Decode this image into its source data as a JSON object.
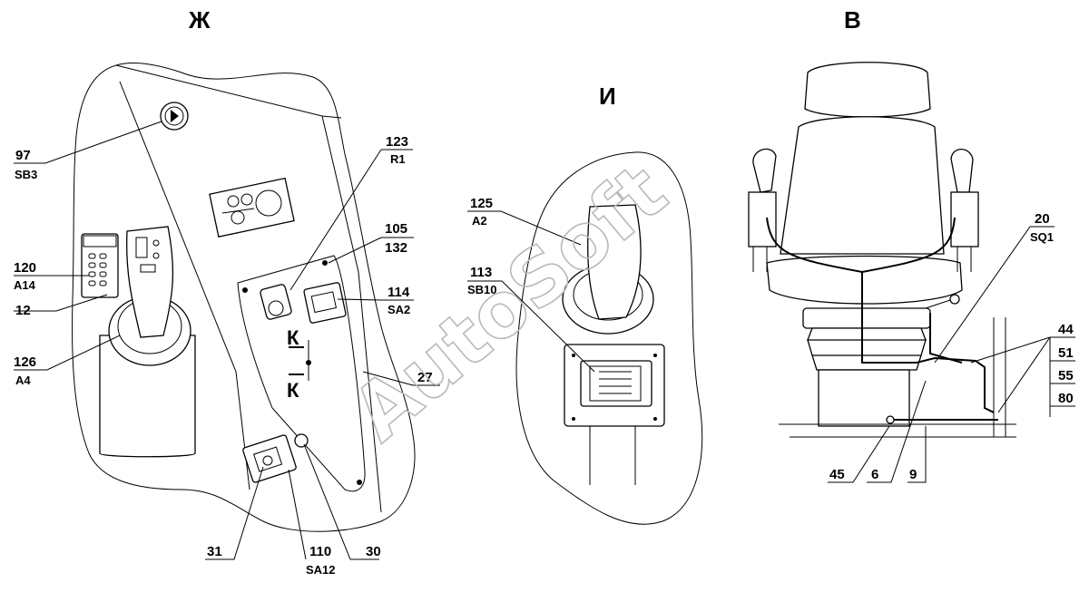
{
  "views": [
    {
      "id": "zh",
      "letter": "Ж"
    },
    {
      "id": "i",
      "letter": "И"
    },
    {
      "id": "v",
      "letter": "В"
    }
  ],
  "watermark": "AutoSoft",
  "section_mark": "К",
  "callouts": [
    {
      "id": "97",
      "top": "97",
      "bottom": "SB3"
    },
    {
      "id": "120",
      "top": "120",
      "bottom": "A14"
    },
    {
      "id": "12",
      "top": "12",
      "bottom": ""
    },
    {
      "id": "126",
      "top": "126",
      "bottom": "A4"
    },
    {
      "id": "123",
      "top": "123",
      "bottom": "R1"
    },
    {
      "id": "105",
      "top": "105",
      "bottom": "132"
    },
    {
      "id": "114",
      "top": "114",
      "bottom": "SA2"
    },
    {
      "id": "27",
      "top": "27",
      "bottom": ""
    },
    {
      "id": "31",
      "top": "31",
      "bottom": ""
    },
    {
      "id": "110",
      "top": "110",
      "bottom": "SA12"
    },
    {
      "id": "30",
      "top": "30",
      "bottom": ""
    },
    {
      "id": "125",
      "top": "125",
      "bottom": "A2"
    },
    {
      "id": "113",
      "top": "113",
      "bottom": "SB10"
    },
    {
      "id": "20",
      "top": "20",
      "bottom": "SQ1"
    },
    {
      "id": "44",
      "top": "44",
      "bottom": ""
    },
    {
      "id": "51",
      "top": "51",
      "bottom": ""
    },
    {
      "id": "55",
      "top": "55",
      "bottom": ""
    },
    {
      "id": "80",
      "top": "80",
      "bottom": ""
    },
    {
      "id": "45",
      "top": "45",
      "bottom": ""
    },
    {
      "id": "6",
      "top": "6",
      "bottom": ""
    },
    {
      "id": "9",
      "top": "9",
      "bottom": ""
    }
  ]
}
